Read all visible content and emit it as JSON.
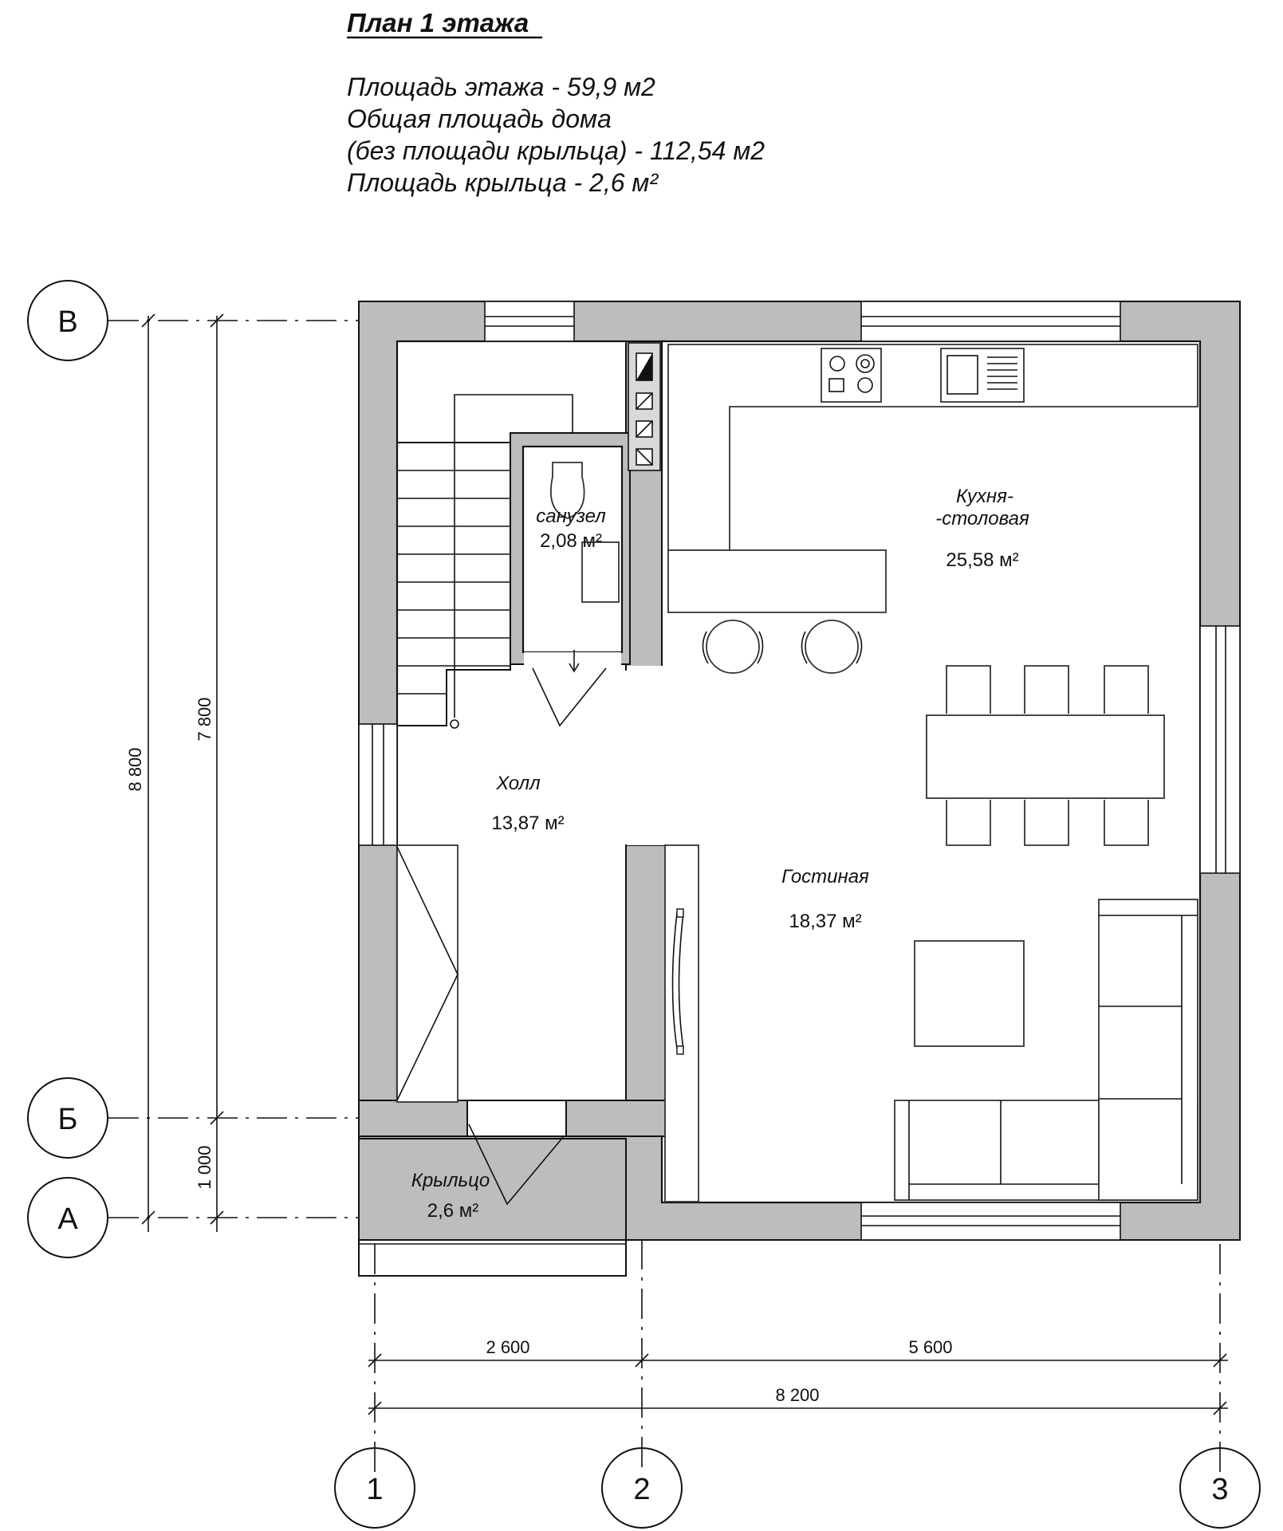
{
  "header": {
    "title": "План 1 этажа",
    "lines": [
      "Площадь этажа - 59,9 м2",
      "Общая площадь дома",
      "(без площади крыльца) - 112,54 м2",
      "Площадь крыльца - 2,6 м²"
    ]
  },
  "axes": {
    "rows": [
      "В",
      "Б",
      "А"
    ],
    "columns": [
      "1",
      "2",
      "3"
    ]
  },
  "dimensions": {
    "vertical_total": "8 800",
    "vertical_upper": "7 800",
    "vertical_lower": "1 000",
    "horizontal_left": "2 600",
    "horizontal_right": "5 600",
    "horizontal_total": "8 200"
  },
  "rooms": {
    "kitchen": {
      "name_line1": "Кухня-",
      "name_line2": "-столовая",
      "area": "25,58 м²"
    },
    "bathroom": {
      "name": "санузел",
      "area": "2,08 м²"
    },
    "hall": {
      "name": "Холл",
      "area": "13,87 м²"
    },
    "living": {
      "name": "Гостиная",
      "area": "18,37 м²"
    },
    "porch": {
      "name": "Крыльцо",
      "area": "2,6 м²"
    }
  },
  "colors": {
    "wall": "#bdbdbd",
    "line": "#111111",
    "background": "#ffffff"
  }
}
